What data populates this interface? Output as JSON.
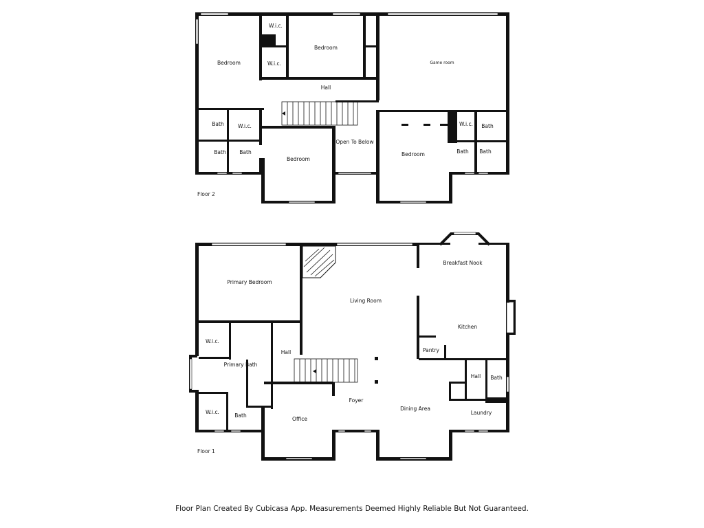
{
  "floor2": {
    "label": "Floor 2",
    "rooms": {
      "bedroom_nw": "Bedroom",
      "wic_top": "W.i.c.",
      "wic_mid": "W.i.c.",
      "bedroom_north": "Bedroom",
      "game_room": "Game room",
      "hall": "Hall",
      "bath_w1": "Bath",
      "wic_w": "W.i.c.",
      "bath_w2": "Bath",
      "bath_w3": "Bath",
      "bedroom_south": "Bedroom",
      "open_to_below": "Open To Below",
      "bedroom_se": "Bedroom",
      "wic_e": "W.i.c.",
      "bath_e1": "Bath",
      "bath_e2": "Bath",
      "bath_e3": "Bath"
    }
  },
  "floor1": {
    "label": "Floor 1",
    "rooms": {
      "primary_bedroom": "Primary Bedroom",
      "living_room": "Living Room",
      "breakfast_nook": "Breakfast Nook",
      "kitchen": "Kitchen",
      "pantry": "Pantry",
      "wic_1": "W.i.c.",
      "primary_bath": "Primary Bath",
      "hall_w": "Hall",
      "hall_e": "Hall",
      "bath_e": "Bath",
      "wic_2": "W.i.c.",
      "bath": "Bath",
      "office": "Office",
      "foyer": "Foyer",
      "dining_area": "Dining Area",
      "laundry": "Laundry"
    }
  },
  "footer": "Floor Plan Created By Cubicasa App. Measurements Deemed Highly Reliable But Not Guaranteed."
}
